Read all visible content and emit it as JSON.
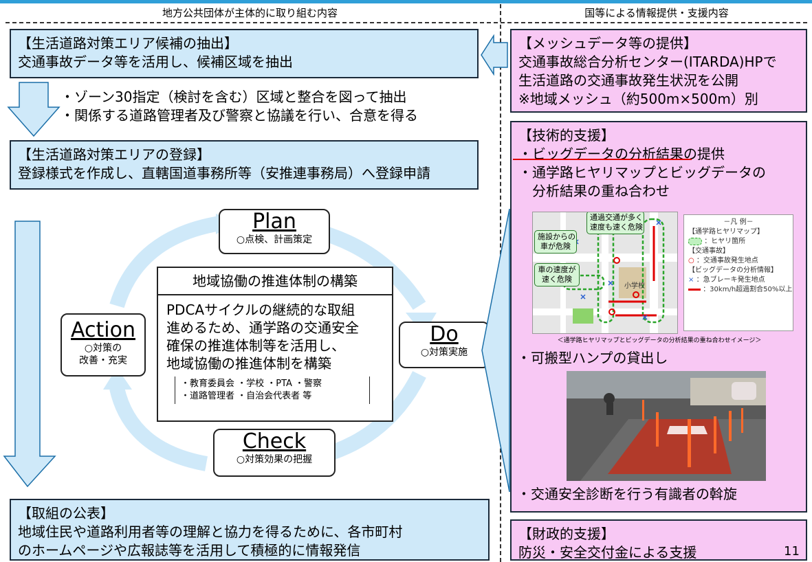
{
  "headers": {
    "left": "地方公共団体が主体的に取り組む内容",
    "right": "国等による情報提供・支援内容"
  },
  "left": {
    "box1": {
      "title": "【生活道路対策エリア候補の抽出】",
      "body": "交通事故データ等を活用し、候補区域を抽出"
    },
    "note1": [
      "・ゾーン30指定（検討を含む）区域と整合を図って抽出",
      "・関係する道路管理者及び警察と協議を行い、合意を得る"
    ],
    "box2": {
      "title": "【生活道路対策エリアの登録】",
      "body": "登録様式を作成し、直轄国道事務所等（安推連事務局）へ登録申請"
    },
    "cycle": {
      "plan": {
        "title": "Plan",
        "sub": "○点検、計画策定"
      },
      "do": {
        "title": "Do",
        "sub": "○対策実施"
      },
      "check": {
        "title": "Check",
        "sub": "○対策効果の把握"
      },
      "action": {
        "title": "Action",
        "sub1": "○対策の",
        "sub2": "改善・充実"
      },
      "center": {
        "title": "地域協働の推進体制の構築",
        "body": [
          "PDCAサイクルの継続的な取組",
          "進めるため、通学路の交通安全",
          "確保の推進体制等を活用し、",
          "地域協働の推進体制を構築"
        ],
        "members": [
          "・教育委員会 ・学校 ・PTA ・警察",
          "・道路管理者 ・自治会代表者 等"
        ]
      }
    },
    "box3": {
      "title": "【取組の公表】",
      "body": [
        "地域住民や道路利用者等の理解と協力を得るために、各市町村",
        "のホームページや広報誌等を活用して積極的に情報発信"
      ]
    }
  },
  "right": {
    "box1": {
      "title": "【メッシュデータ等の提供】",
      "body": [
        "交通事故総合分析センター(ITARDA)HPで",
        "生活道路の交通事故発生状況を公開",
        "※地域メッシュ（約500m×500m）別"
      ]
    },
    "box2": {
      "title": "【技術的支援】",
      "item1": "・ビッグデータの分析結果の提供",
      "item2": [
        "・通学路ヒヤリマップとビッグデータの",
        "分析結果の重ね合わせ"
      ],
      "map_callouts": [
        "通過交通が多く",
        "速度も速く危険",
        "施設からの",
        "車が危険",
        "車の速度が",
        "速く危険"
      ],
      "map_school": "小学校",
      "legend": {
        "title": "－凡 例－",
        "s1": "【通学路ヒヤリマップ】",
        "i1": "：ヒヤリ箇所",
        "s2": "【交通事故】",
        "i2": "：交通事故発生地点",
        "s3": "【ビッグデータの分析情報】",
        "i3": "：急ブレーキ発生地点",
        "i4": "：30km/h超過割合50%以上"
      },
      "map_caption": "＜通学路ヒヤリマップとビッグデータの分析結果の重ね合わせイメージ＞",
      "item3": "・可搬型ハンプの貸出し",
      "item4": "・交通安全診断を行う有識者の斡旋"
    },
    "box3": {
      "title": "【財政的支援】",
      "body": "防災・安全交付金による支援"
    }
  },
  "page_number": "11",
  "colors": {
    "left_box": "#cfe9f9",
    "right_box": "#f8c8f4",
    "arrow": "#cfe9f9",
    "cycle_arrow": "#cfe9f9",
    "top_bar": "#2f9fd8",
    "underline": "#e00000"
  }
}
